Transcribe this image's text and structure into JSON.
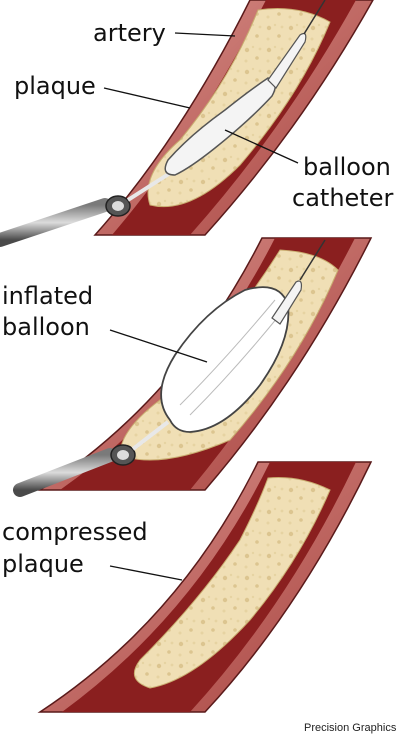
{
  "labels": {
    "artery": "artery",
    "plaque": "plaque",
    "balloon_catheter_line1": "balloon",
    "balloon_catheter_line2": "catheter",
    "inflated_balloon_line1": "inflated",
    "inflated_balloon_line2": "balloon",
    "compressed_plaque_line1": "compressed",
    "compressed_plaque_line2": "plaque"
  },
  "credit": "Precision Graphics",
  "colors": {
    "artery_wall": "#b5524f",
    "artery_wall_light": "#d8908a",
    "lumen": "#8a1f1f",
    "plaque": "#f0dfb5",
    "plaque_spot": "#d9c38e",
    "balloon": "#ffffff",
    "catheter": "#3a3a3a"
  }
}
